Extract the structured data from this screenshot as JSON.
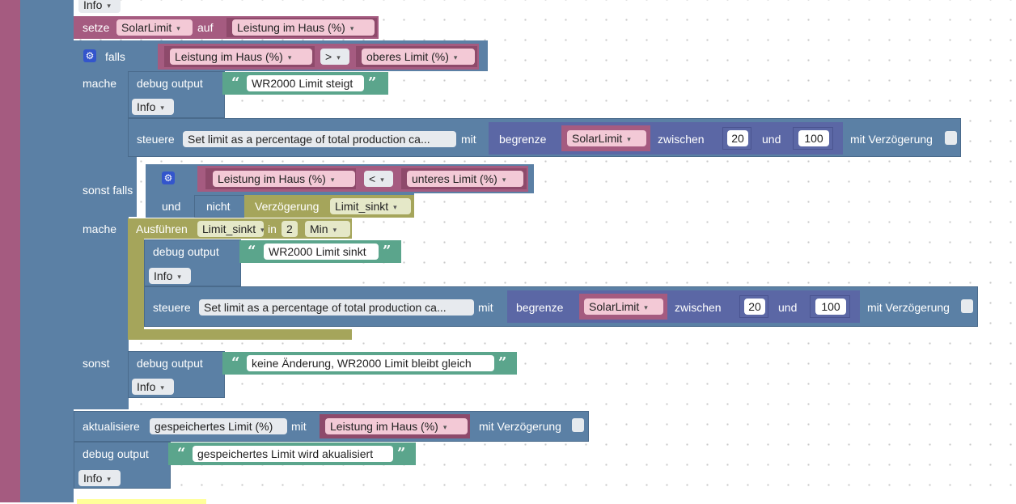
{
  "top": {
    "info_dd": "Info"
  },
  "set_block": {
    "keyword": "setze",
    "var": "SolarLimit",
    "keyword2": "auf",
    "value": "Leistung im Haus (%)"
  },
  "if_block": {
    "if_label": "falls",
    "cond1": {
      "left": "Leistung im Haus (%)",
      "op": ">",
      "right": "oberes Limit (%)"
    },
    "do_label": "mache",
    "elseif_label": "sonst falls",
    "and_label": "und",
    "not_label": "nicht",
    "else_label": "sonst",
    "cond2": {
      "left": "Leistung im Haus (%)",
      "op": "<",
      "right": "unteres Limit (%)"
    }
  },
  "debug1": {
    "label": "debug output",
    "text": "WR2000 Limit steigt",
    "level": "Info"
  },
  "control1": {
    "label": "steuere",
    "target": "Set limit as a percentage of total production ca...",
    "mit": "mit",
    "limit_label": "begrenze",
    "var": "SolarLimit",
    "between": "zwischen",
    "min": "20",
    "und": "und",
    "max": "100",
    "delay": "mit Verzögerung"
  },
  "delay_check": {
    "label": "Verzögerung",
    "name": "Limit_sinkt"
  },
  "timeout": {
    "label": "Ausführen",
    "name": "Limit_sinkt",
    "in": "in",
    "value": "2",
    "unit": "Min"
  },
  "debug2": {
    "label": "debug output",
    "text": "WR2000 Limit sinkt",
    "level": "Info"
  },
  "control2": {
    "label": "steuere",
    "target": "Set limit as a percentage of total production ca...",
    "mit": "mit",
    "limit_label": "begrenze",
    "var": "SolarLimit",
    "between": "zwischen",
    "min": "20",
    "und": "und",
    "max": "100",
    "delay": "mit Verzögerung"
  },
  "debug3": {
    "label": "debug output",
    "text": "keine Änderung, WR2000 Limit bleibt gleich",
    "level": "Info"
  },
  "update": {
    "label": "aktualisiere",
    "target": "gespeichertes Limit (%)",
    "mit": "mit",
    "value": "Leistung im Haus (%)",
    "delay": "mit Verzögerung"
  },
  "debug4": {
    "label": "debug output",
    "text": "gespeichertes Limit wird akualisiert",
    "level": "Info"
  },
  "colors": {
    "control_blue": "#5b80a5",
    "variable_magenta": "#a55b80",
    "math_indigo": "#5b67a5",
    "text_green": "#5ba58c",
    "timeout_olive": "#a5a55b"
  }
}
